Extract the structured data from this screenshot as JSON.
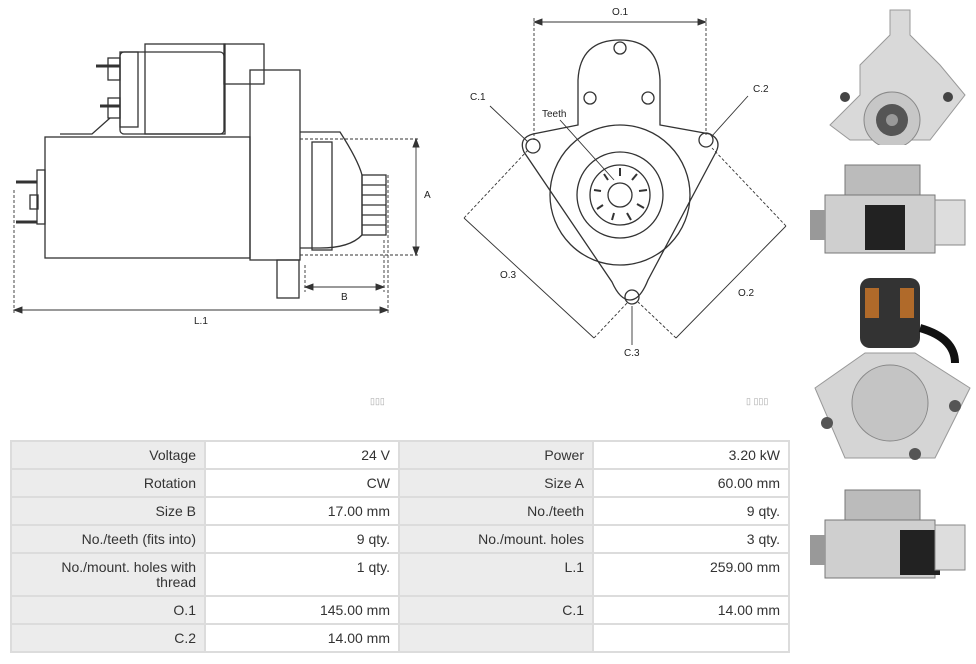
{
  "drawing": {
    "side_view_labels": {
      "A": "A",
      "B": "B",
      "L1": "L.1"
    },
    "front_view_labels": {
      "O1": "O.1",
      "O2": "O.2",
      "O3": "O.3",
      "C1": "C.1",
      "C2": "C.2",
      "C3": "C.3",
      "teeth": "Teeth"
    }
  },
  "specs": [
    [
      {
        "label": "Voltage",
        "value": "24 V"
      },
      {
        "label": "Power",
        "value": "3.20 kW"
      }
    ],
    [
      {
        "label": "Rotation",
        "value": "CW"
      },
      {
        "label": "Size A",
        "value": "60.00 mm"
      }
    ],
    [
      {
        "label": "Size B",
        "value": "17.00 mm"
      },
      {
        "label": "No./teeth",
        "value": "9 qty."
      }
    ],
    [
      {
        "label": "No./teeth (fits into)",
        "value": "9 qty."
      },
      {
        "label": "No./mount. holes",
        "value": "3 qty."
      }
    ],
    [
      {
        "label": "No./mount. holes with thread",
        "value": "1 qty."
      },
      {
        "label": "L.1",
        "value": "259.00 mm"
      }
    ],
    [
      {
        "label": "O.1",
        "value": "145.00 mm"
      },
      {
        "label": "C.1",
        "value": "14.00 mm"
      }
    ],
    [
      {
        "label": "C.2",
        "value": "14.00 mm"
      },
      {
        "label": "",
        "value": ""
      }
    ]
  ]
}
